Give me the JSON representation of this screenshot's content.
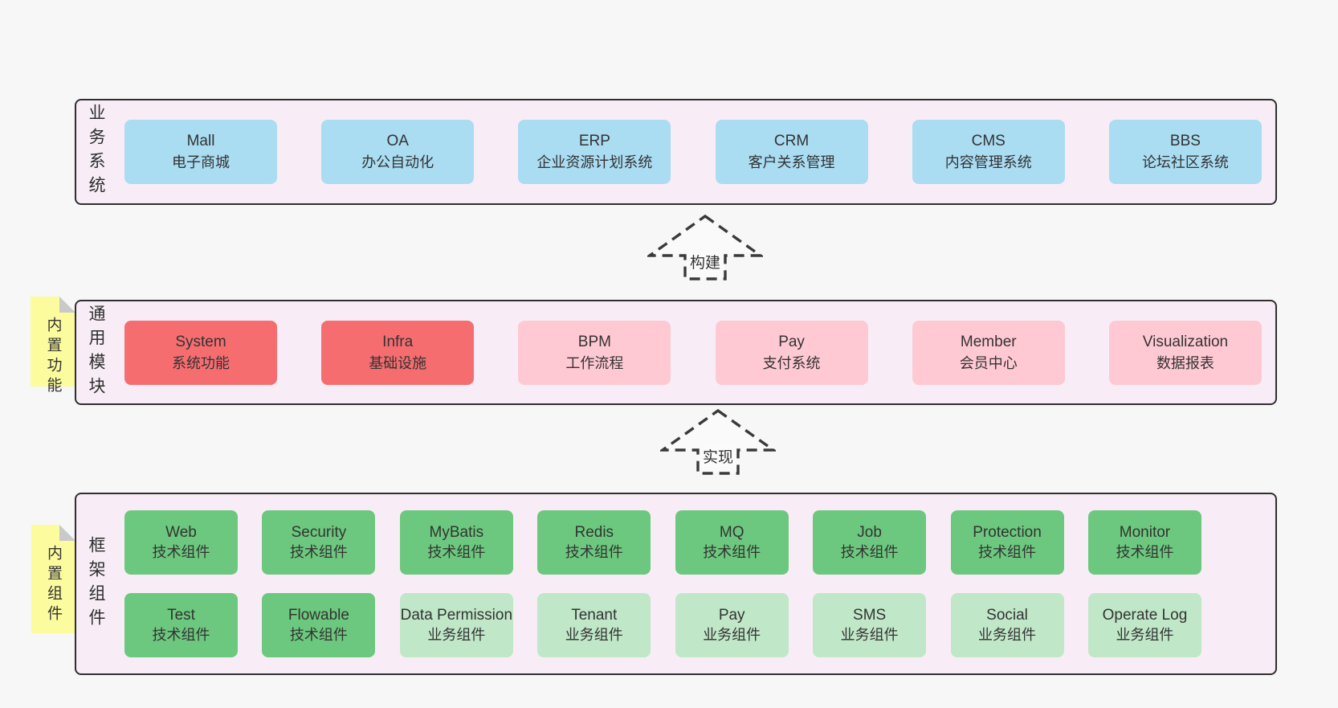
{
  "colors": {
    "pageBg": "#f7f7f7",
    "panelBg": "#f8edf6",
    "panelBorder": "#2f2f2f",
    "text": "#333333",
    "blue": "#aadcf2",
    "red": "#f66d70",
    "pink": "#ffc9d3",
    "green": "#6cc87e",
    "lightGreen": "#c0e7c8",
    "noteYellow": "#fcfc9f",
    "noteFold": "#c9c9c9",
    "arrowStroke": "#3a3a3a"
  },
  "arrows": [
    {
      "label": "构建"
    },
    {
      "label": "实现"
    }
  ],
  "sections": [
    {
      "id": "business",
      "side_label": "业务系统",
      "note": null,
      "rows": [
        [
          {
            "name": "Mall",
            "subtitle": "电子商城",
            "color": "blue"
          },
          {
            "name": "OA",
            "subtitle": "办公自动化",
            "color": "blue"
          },
          {
            "name": "ERP",
            "subtitle": "企业资源计划系统",
            "color": "blue"
          },
          {
            "name": "CRM",
            "subtitle": "客户关系管理",
            "color": "blue"
          },
          {
            "name": "CMS",
            "subtitle": "内容管理系统",
            "color": "blue"
          },
          {
            "name": "BBS",
            "subtitle": "论坛社区系统",
            "color": "blue"
          }
        ]
      ]
    },
    {
      "id": "modules",
      "side_label": "通用模块",
      "note": "内置功能",
      "rows": [
        [
          {
            "name": "System",
            "subtitle": "系统功能",
            "color": "red"
          },
          {
            "name": "Infra",
            "subtitle": "基础设施",
            "color": "red"
          },
          {
            "name": "BPM",
            "subtitle": "工作流程",
            "color": "pink"
          },
          {
            "name": "Pay",
            "subtitle": "支付系统",
            "color": "pink"
          },
          {
            "name": "Member",
            "subtitle": "会员中心",
            "color": "pink"
          },
          {
            "name": "Visualization",
            "subtitle": "数据报表",
            "color": "pink"
          }
        ]
      ]
    },
    {
      "id": "components",
      "side_label": "框架组件",
      "note": "内置组件",
      "rows": [
        [
          {
            "name": "Web",
            "subtitle": "技术组件",
            "color": "green"
          },
          {
            "name": "Security",
            "subtitle": "技术组件",
            "color": "green"
          },
          {
            "name": "MyBatis",
            "subtitle": "技术组件",
            "color": "green"
          },
          {
            "name": "Redis",
            "subtitle": "技术组件",
            "color": "green"
          },
          {
            "name": "MQ",
            "subtitle": "技术组件",
            "color": "green"
          },
          {
            "name": "Job",
            "subtitle": "技术组件",
            "color": "green"
          },
          {
            "name": "Protection",
            "subtitle": "技术组件",
            "color": "green"
          },
          {
            "name": "Monitor",
            "subtitle": "技术组件",
            "color": "green"
          }
        ],
        [
          {
            "name": "Test",
            "subtitle": "技术组件",
            "color": "green"
          },
          {
            "name": "Flowable",
            "subtitle": "技术组件",
            "color": "green"
          },
          {
            "name": "Data Permission",
            "subtitle": "业务组件",
            "color": "lightGreen"
          },
          {
            "name": "Tenant",
            "subtitle": "业务组件",
            "color": "lightGreen"
          },
          {
            "name": "Pay",
            "subtitle": "业务组件",
            "color": "lightGreen"
          },
          {
            "name": "SMS",
            "subtitle": "业务组件",
            "color": "lightGreen"
          },
          {
            "name": "Social",
            "subtitle": "业务组件",
            "color": "lightGreen"
          },
          {
            "name": "Operate Log",
            "subtitle": "业务组件",
            "color": "lightGreen"
          }
        ]
      ]
    }
  ]
}
